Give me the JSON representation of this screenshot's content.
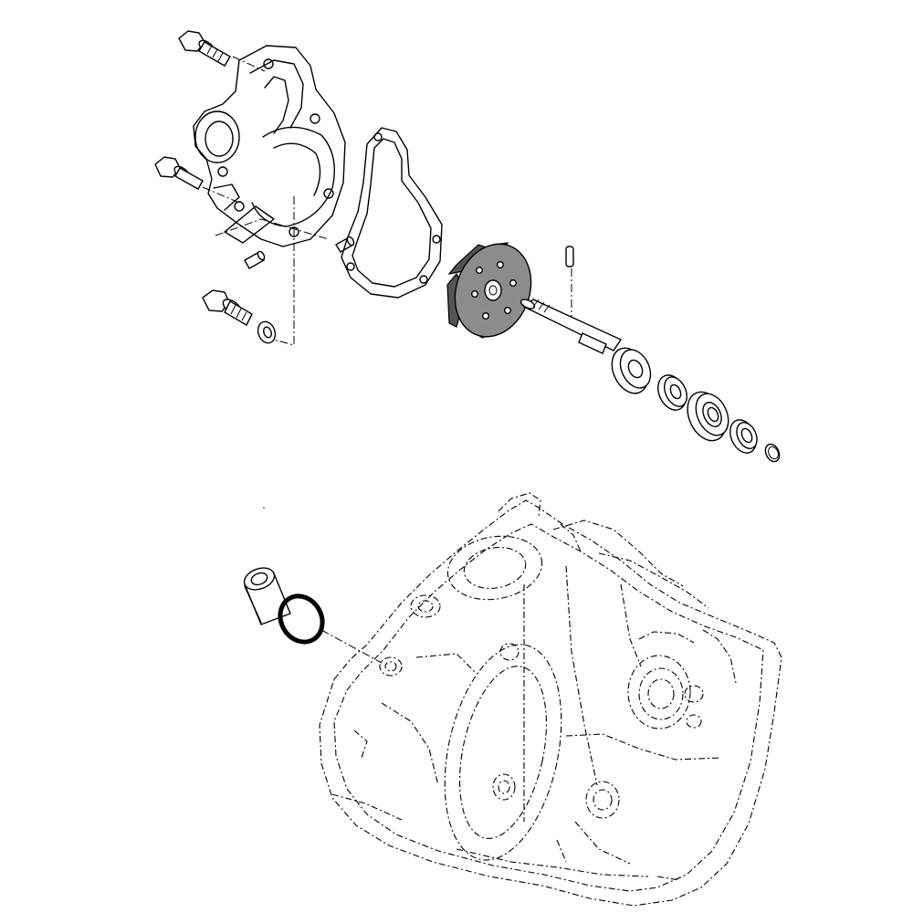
{
  "diagram": {
    "type": "exploded-parts-view",
    "highlight_color": "#8c8c8c",
    "line_color": "#000000",
    "parts": [
      {
        "name": "flange-bolt-top"
      },
      {
        "name": "flange-bolt-middle"
      },
      {
        "name": "flange-bolt-bottom"
      },
      {
        "name": "water-pump-housing-cover"
      },
      {
        "name": "cover-gasket"
      },
      {
        "name": "dowel-pin-left"
      },
      {
        "name": "dowel-pin-right"
      },
      {
        "name": "washer"
      },
      {
        "name": "impeller"
      },
      {
        "name": "impeller-shaft"
      },
      {
        "name": "shaft-pin"
      },
      {
        "name": "oil-seal-large"
      },
      {
        "name": "oil-seal-small"
      },
      {
        "name": "bearing"
      },
      {
        "name": "bearing-seal"
      },
      {
        "name": "circlip"
      },
      {
        "name": "collar"
      },
      {
        "name": "o-ring"
      },
      {
        "name": "crankcase"
      }
    ]
  }
}
